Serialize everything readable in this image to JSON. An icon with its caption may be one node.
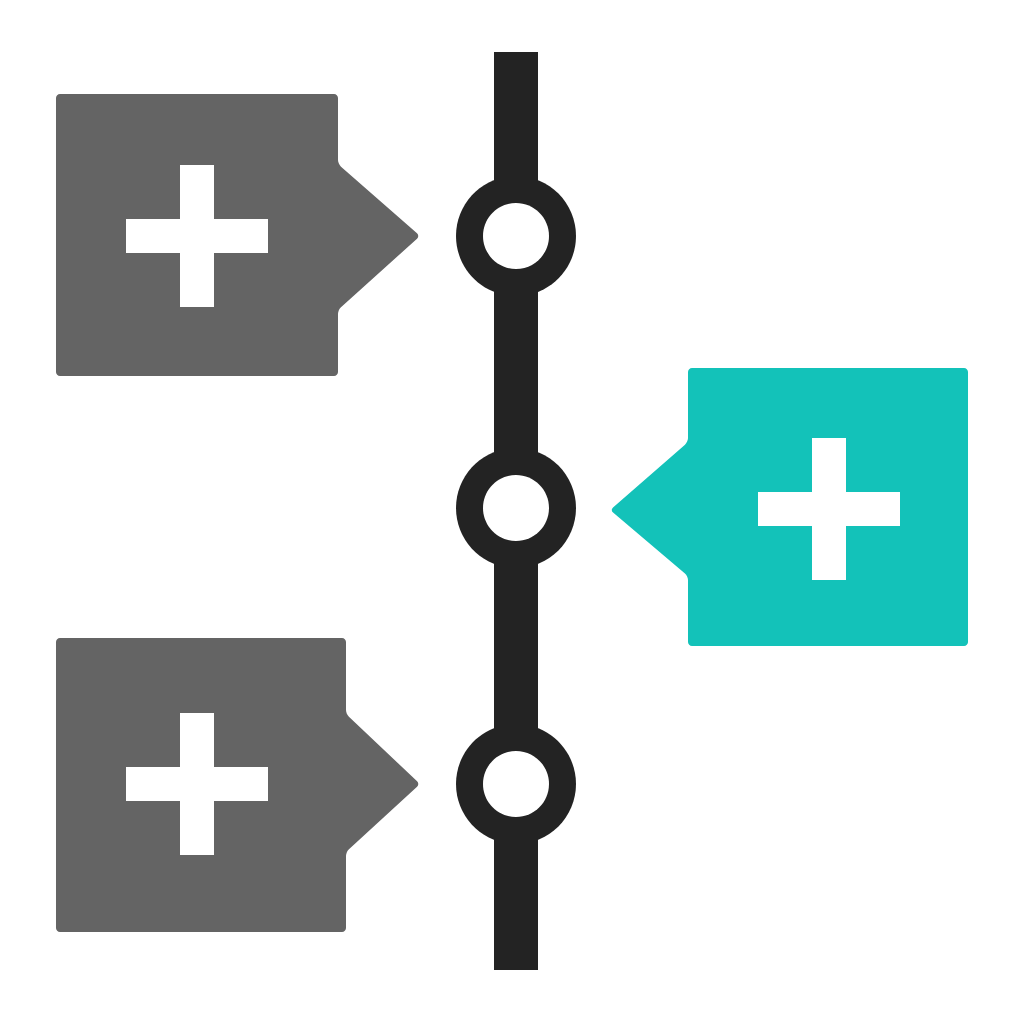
{
  "diagram": {
    "nodes": [
      {
        "text": [],
        "shape": "callout"
      },
      {
        "text": [],
        "shape": "callout"
      },
      {
        "text": [],
        "shape": "callout"
      },
      {
        "text": [],
        "shape": "circle"
      },
      {
        "text": [],
        "shape": "circle"
      },
      {
        "text": [],
        "shape": "circle"
      }
    ],
    "edges": [
      {
        "from": null,
        "to": 3,
        "arrow": "none"
      },
      {
        "from": 3,
        "to": 4,
        "arrow": "none"
      },
      {
        "from": 4,
        "to": 5,
        "arrow": "none"
      },
      {
        "from": 5,
        "to": null,
        "arrow": "none"
      }
    ]
  }
}
